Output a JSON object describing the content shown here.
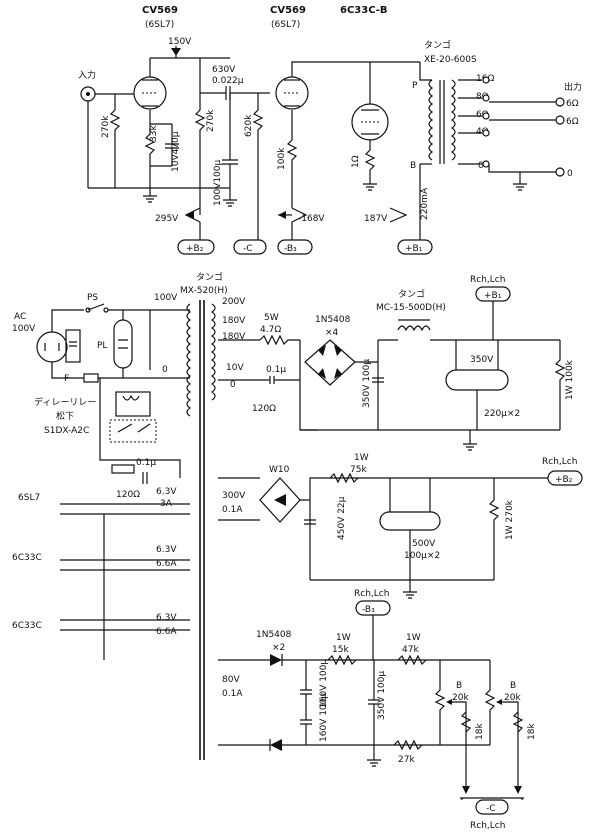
{
  "amp": {
    "tube1_name": "CV569",
    "tube1_alt": "(6SL7)",
    "tube2_name": "CV569",
    "tube2_alt": "(6SL7)",
    "tube3_name": "6C33C-B",
    "input_label": "入力",
    "output_label": "出力",
    "v150": "150V",
    "cap_630v": "630V",
    "cap_0022": "0.022µ",
    "r_270k_a": "270k",
    "r_33k": "33k",
    "cap_10v470": "10V470µ",
    "r_270k_b": "270k",
    "r_620k": "620k",
    "cap_100v100": "100V100µ",
    "r_100k_a": "100k",
    "r_1k": "1Ω",
    "v295": "295V",
    "vm168": "-168V",
    "v187": "187V",
    "i_220ma": "220mA",
    "node_b2": "+B₂",
    "node_c": "-C",
    "node_b3": "-B₃",
    "node_b1": "+B₁",
    "ot_brand": "タンゴ",
    "ot_model": "XE-20-600S",
    "tap_16": "16Ω",
    "tap_8": "8Ω",
    "tap_6": "6Ω",
    "tap_4": "4Ω",
    "tap_0": "0",
    "tap_6a": "6Ω",
    "tap_6b": "6Ω",
    "tap_0b": "0",
    "tap_p": "P",
    "tap_b": "B"
  },
  "psu": {
    "pt_brand": "タンゴ",
    "pt_model": "MX-520(H)",
    "ac": "AC",
    "ac_v": "100V",
    "ps": "PS",
    "pl": "PL",
    "fuse": "F",
    "tap_100v": "100V",
    "tap_0": "0",
    "relay_1": "ディレーリレー",
    "relay_2": "松下",
    "relay_3": "S1DX-A2C",
    "snub_cap_1": "0.1µ",
    "snub_r_1": "120Ω",
    "snub_cap_2": "0.1µ",
    "snub_r_2": "120Ω",
    "sec_200v": "200V",
    "sec_180v_a": "180V",
    "sec_180v_b": "180V",
    "sec_10v": "10V",
    "sec_0": "0",
    "r_5w": "5W",
    "r_47": "4.7Ω",
    "bridge_1": "1N5408",
    "bridge_1x": "×4",
    "choke_brand": "タンゴ",
    "choke_model": "MC-15-500D(H)",
    "cap_350v100": "350V 100µ",
    "cap_350v220": "350V",
    "cap_220x2": "220µ×2",
    "r_1w100k": "1W 100k",
    "rch_lch_1": "Rch,Lch",
    "out_b1": "+B₁",
    "heater_6sl7": "6SL7",
    "h1_v": "6.3V",
    "h1_a": "3A",
    "heater_6c33_1": "6C33C",
    "h2_v": "6.3V",
    "h2_a": "6.6A",
    "heater_6c33_2": "6C33C",
    "h3_v": "6.3V",
    "h3_a": "6.6A",
    "sec_300v": "300V",
    "sec_01a": "0.1A",
    "w10": "W10",
    "r_1w75k_a": "1W",
    "r_1w75k_b": "75k",
    "cap_450v22": "450V 22µ",
    "cap_500v": "500V",
    "cap_100x2": "100µ×2",
    "r_1w270k": "1W 270k",
    "rch_lch_2": "Rch,Lch",
    "out_b2": "+B₂",
    "rch_lch_3": "Rch,Lch",
    "out_b3": "-B₃",
    "bridge_2": "1N5408",
    "bridge_2x": "×2",
    "r_1w15k_a": "1W",
    "r_1w15k_b": "15k",
    "r_1w47k_a": "1W",
    "r_1w47k_b": "47k",
    "sec_80v": "80V",
    "sec_01a_b": "0.1A",
    "cap_160v100_a": "160V 100µ",
    "cap_160v100_b": "160V 100µ",
    "cap_350v100_b": "350V 100µ",
    "r_27k": "27k",
    "pot_b_1": "B",
    "pot_20k_1": "20k",
    "pot_b_2": "B",
    "pot_20k_2": "20k",
    "r_18k_a": "18k",
    "r_18k_b": "18k",
    "out_c": "-C",
    "rch_lch_4": "Rch,Lch"
  }
}
